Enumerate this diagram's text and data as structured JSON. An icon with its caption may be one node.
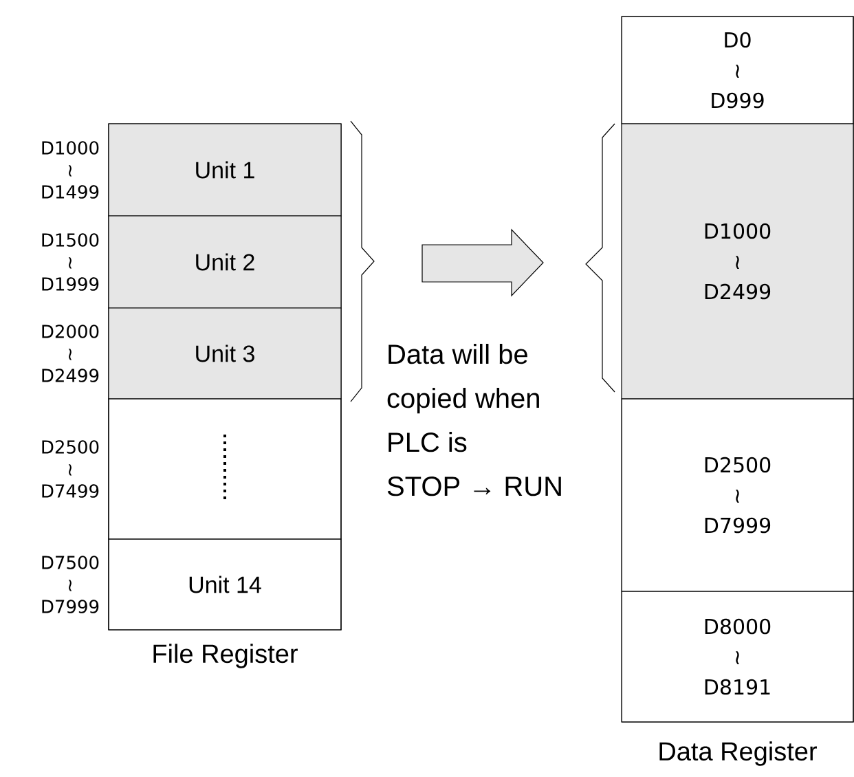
{
  "diagram": {
    "nodes": [
      {
        "text": [
          "File Register"
        ]
      },
      {
        "text": [
          "Unit 1"
        ],
        "in": 0,
        "beside": [
          "D1000 ≀ D1499"
        ]
      },
      {
        "text": [
          "Unit 2"
        ],
        "in": 0,
        "beside": [
          "D1500 ≀ D1999"
        ]
      },
      {
        "text": [
          "Unit 3"
        ],
        "in": 0,
        "beside": [
          "D2000 ≀ D2499"
        ]
      },
      {
        "text": [],
        "shape": "box",
        "in": 0,
        "beside": [
          "D2500 ≀ D7499"
        ]
      },
      {
        "text": [
          "Unit 14"
        ],
        "in": 0,
        "beside": [
          "D7500 ≀ D7999"
        ]
      },
      {
        "text": [
          "Data Register"
        ]
      },
      {
        "text": [
          "D0 ≀ D999"
        ],
        "in": 6
      },
      {
        "text": [
          "D1000 ≀ D2499"
        ],
        "in": 6
      },
      {
        "text": [
          "D2500 ≀ D7999"
        ],
        "in": 6
      },
      {
        "text": [
          "D8000 ≀ D8191"
        ],
        "in": 6
      }
    ],
    "edges": [
      {
        "from": 0,
        "to": 8,
        "arrow": "to"
      }
    ],
    "labels": [
      "Data will be copied when PLC is STOP → RUN"
    ]
  }
}
